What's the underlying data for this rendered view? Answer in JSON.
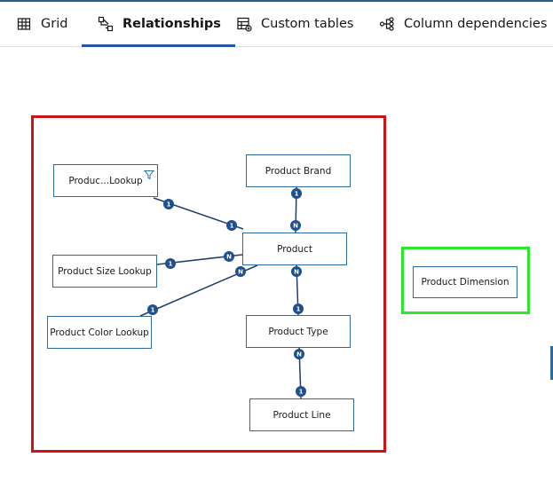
{
  "tabs": [
    {
      "id": "grid",
      "label": "Grid",
      "active": false
    },
    {
      "id": "relationships",
      "label": "Relationships",
      "active": true
    },
    {
      "id": "custom_tables",
      "label": "Custom tables",
      "active": false
    },
    {
      "id": "column_dependencies",
      "label": "Column dependencies",
      "active": false
    }
  ],
  "colors": {
    "accent": "#2255a4",
    "group_red": "#cc1414",
    "group_green": "#2ee62e",
    "badge": "#1f4f8f",
    "node_border": "#2d6aa0"
  },
  "tables": {
    "product_lookup": {
      "label": "Produc...Lookup",
      "has_filter": true,
      "filter_icon": "filter-icon"
    },
    "product_brand": {
      "label": "Product Brand"
    },
    "product": {
      "label": "Product"
    },
    "product_size_lookup": {
      "label": "Product Size Lookup"
    },
    "product_color_lookup": {
      "label": "Product Color Lookup"
    },
    "product_type": {
      "label": "Product Type"
    },
    "product_line": {
      "label": "Product Line"
    },
    "product_dimension": {
      "label": "Product Dimension"
    }
  },
  "relationships": [
    {
      "from": "product_lookup",
      "to": "product",
      "from_card": "1",
      "to_card": "1"
    },
    {
      "from": "product_brand",
      "to": "product",
      "from_card": "1",
      "to_card": "N"
    },
    {
      "from": "product_size_lookup",
      "to": "product",
      "from_card": "1",
      "to_card": "N"
    },
    {
      "from": "product_color_lookup",
      "to": "product",
      "from_card": "1",
      "to_card": "N"
    },
    {
      "from": "product",
      "to": "product_type",
      "from_card": "N",
      "to_card": "1"
    },
    {
      "from": "product_type",
      "to": "product_line",
      "from_card": "N",
      "to_card": "1"
    }
  ]
}
